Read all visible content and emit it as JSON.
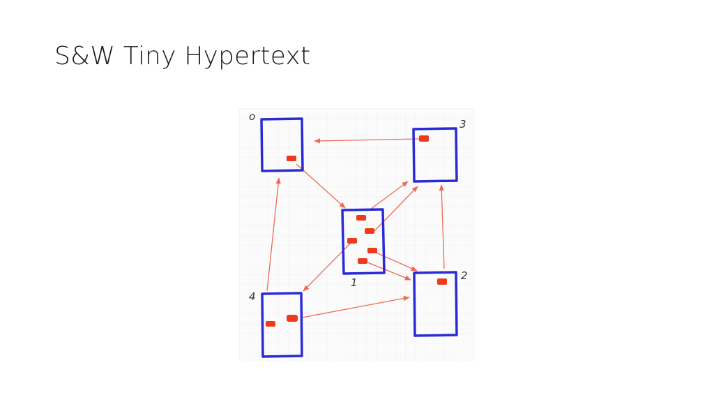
{
  "slide": {
    "title": "S&W Tiny Hypertext"
  },
  "diagram": {
    "nodes": [
      {
        "id": "0",
        "label": "o"
      },
      {
        "id": "1",
        "label": "1"
      },
      {
        "id": "2",
        "label": "2"
      },
      {
        "id": "3",
        "label": "3"
      },
      {
        "id": "4",
        "label": "4"
      }
    ],
    "links": [
      {
        "from": "0",
        "to": "1"
      },
      {
        "from": "1",
        "to": "3"
      },
      {
        "from": "1",
        "to": "3"
      },
      {
        "from": "1",
        "to": "4"
      },
      {
        "from": "1",
        "to": "2"
      },
      {
        "from": "1",
        "to": "2"
      },
      {
        "from": "2",
        "to": "3"
      },
      {
        "from": "3",
        "to": "0"
      },
      {
        "from": "4",
        "to": "0"
      },
      {
        "from": "4",
        "to": "2"
      }
    ],
    "colors": {
      "node_border": "#2a2ad6",
      "link_anchor": "#ee3a1c",
      "arrow": "#ee6a55",
      "grid": "#ececec",
      "paper": "#fbfbfb"
    }
  }
}
